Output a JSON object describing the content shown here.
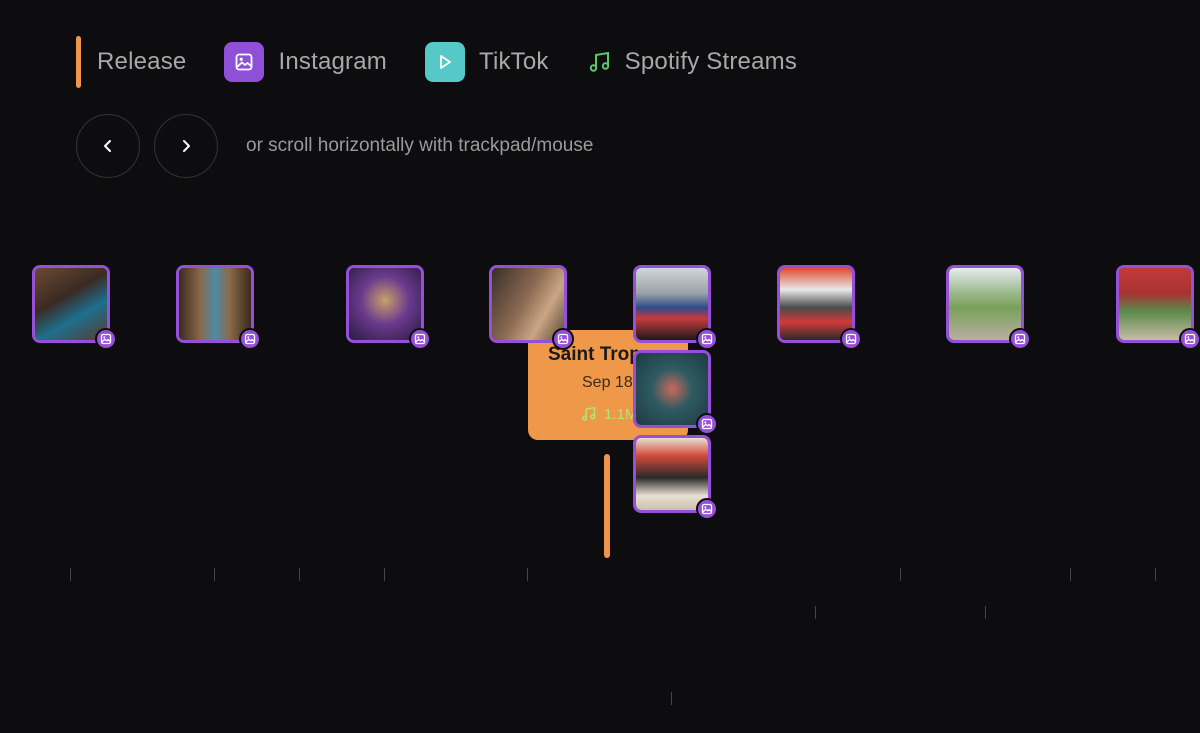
{
  "legend": {
    "release": "Release",
    "instagram": "Instagram",
    "tiktok": "TikTok",
    "spotify": "Spotify Streams"
  },
  "nav": {
    "hint": "or scroll horizontally with trackpad/mouse",
    "prev_icon": "chevron-left-icon",
    "next_icon": "chevron-right-icon"
  },
  "release_card": {
    "title": "Saint Trop",
    "date": "Sep 18",
    "streams": "1.1M"
  },
  "colors": {
    "background": "#0d0d0f",
    "release": "#f0944a",
    "instagram": "#8f4fd6",
    "tiktok": "#56c8c7",
    "spotify": "#5cc86a"
  },
  "posts": [
    {
      "type": "instagram",
      "icon": "image-icon"
    },
    {
      "type": "instagram",
      "icon": "image-icon"
    },
    {
      "type": "instagram",
      "icon": "image-icon"
    },
    {
      "type": "instagram",
      "icon": "image-icon"
    },
    {
      "type": "instagram",
      "icon": "image-icon"
    },
    {
      "type": "instagram",
      "icon": "image-icon"
    },
    {
      "type": "instagram",
      "icon": "image-icon"
    },
    {
      "type": "instagram",
      "icon": "image-icon"
    },
    {
      "type": "instagram",
      "icon": "image-icon"
    },
    {
      "type": "instagram",
      "icon": "image-icon"
    }
  ]
}
